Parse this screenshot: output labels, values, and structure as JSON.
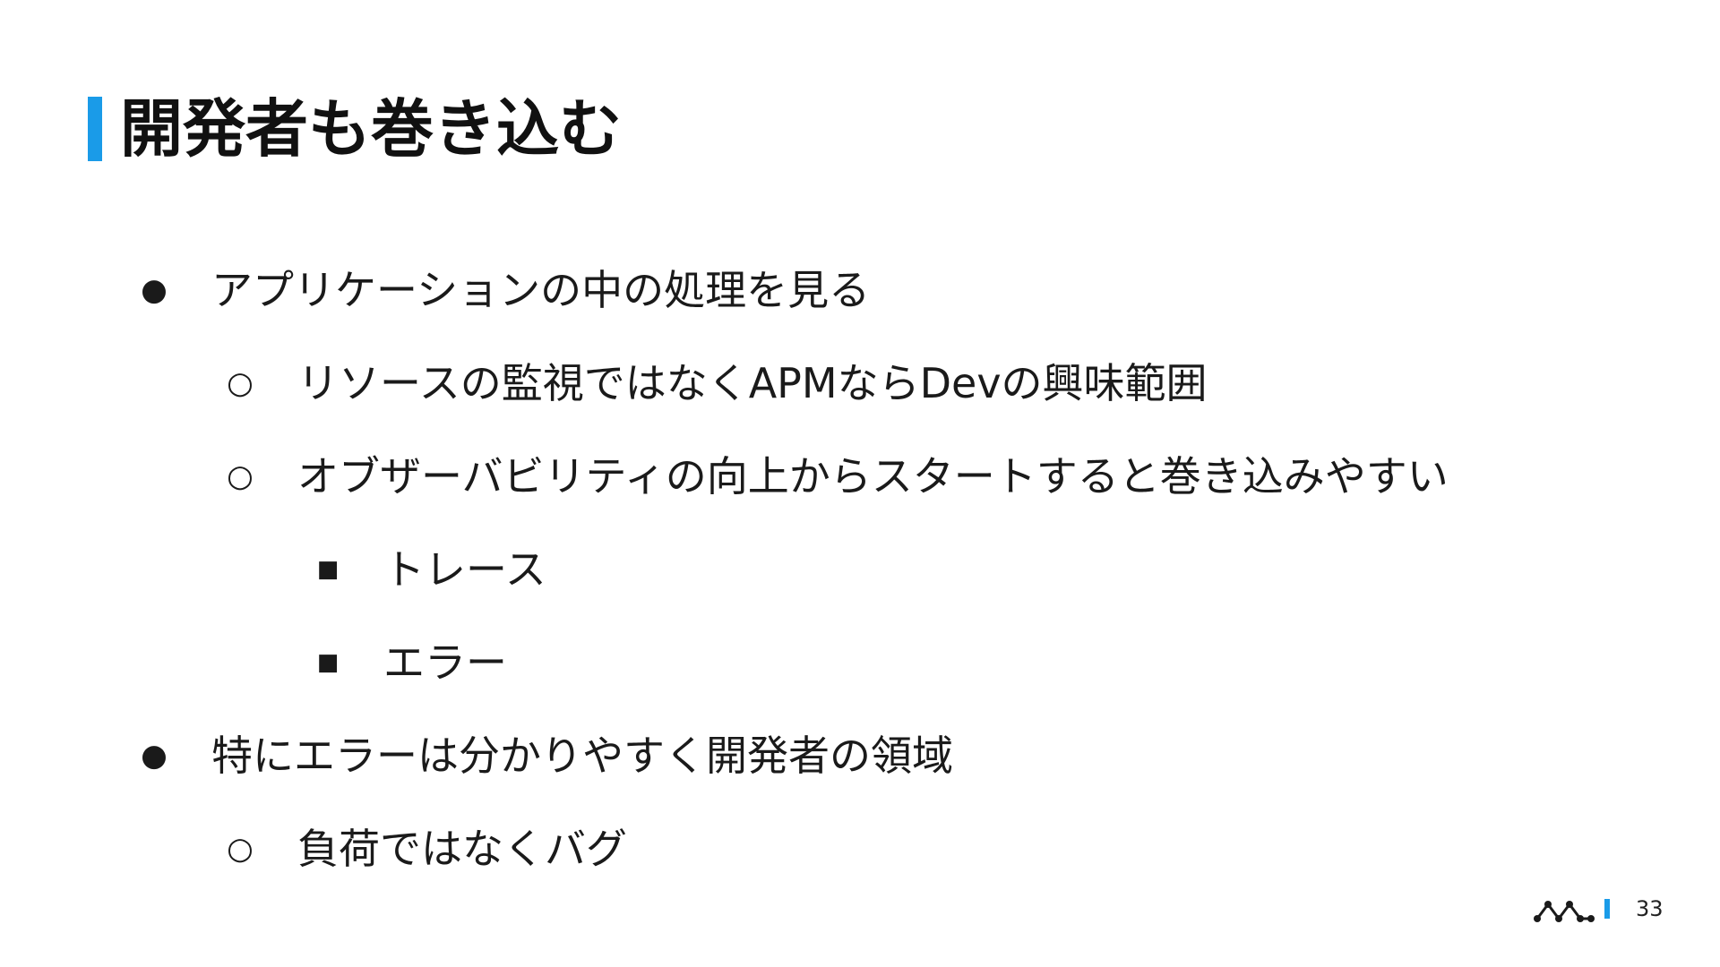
{
  "slide": {
    "title": "開発者も巻き込む",
    "accent_color": "#1a9be8",
    "bullets": [
      {
        "level": 1,
        "marker": "●",
        "text": "アプリケーションの中の処理を見る"
      },
      {
        "level": 2,
        "marker": "○",
        "text": "リソースの監視ではなくAPMならDevの興味範囲"
      },
      {
        "level": 2,
        "marker": "○",
        "text": "オブザーバビリティの向上からスタートすると巻き込みやすい"
      },
      {
        "level": 3,
        "marker": "■",
        "text": "トレース"
      },
      {
        "level": 3,
        "marker": "■",
        "text": "エラー"
      },
      {
        "level": 1,
        "marker": "●",
        "text": "特にエラーは分かりやすく開発者の領域"
      },
      {
        "level": 2,
        "marker": "○",
        "text": "負荷ではなくバグ"
      }
    ]
  },
  "footer": {
    "logo_icon": "dotted-peaks-logo-icon",
    "page_number": "33"
  }
}
